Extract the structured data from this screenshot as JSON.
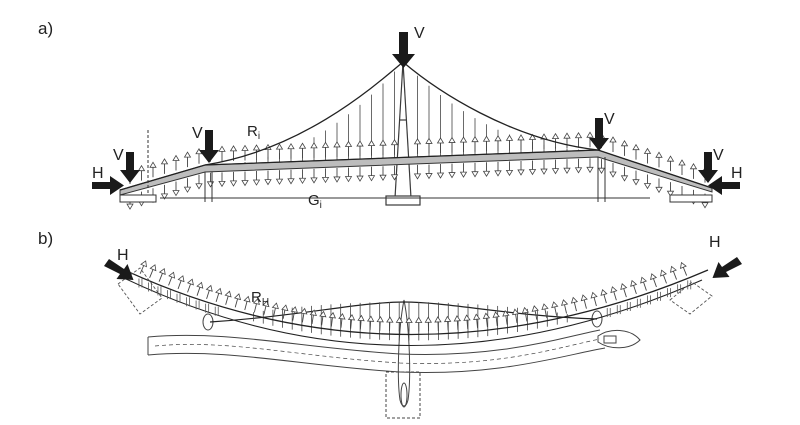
{
  "panel_a": {
    "label": "a)",
    "force_v": "V",
    "force_h": "H",
    "uplift_symbol": "R",
    "uplift_subscript": "i",
    "gravity_symbol": "G",
    "gravity_subscript": "i"
  },
  "panel_b": {
    "label": "b)",
    "force_h": "H",
    "radial_symbol": "R",
    "radial_subscript": "H"
  },
  "colors": {
    "line": "#3a3a3a",
    "force_arrow": "#1a1a1a",
    "deck_fill": "#bdbdbd",
    "hatch": "#555555"
  },
  "icons": [
    "arrow-up-icon",
    "arrow-down-icon",
    "force-arrow-icon"
  ]
}
